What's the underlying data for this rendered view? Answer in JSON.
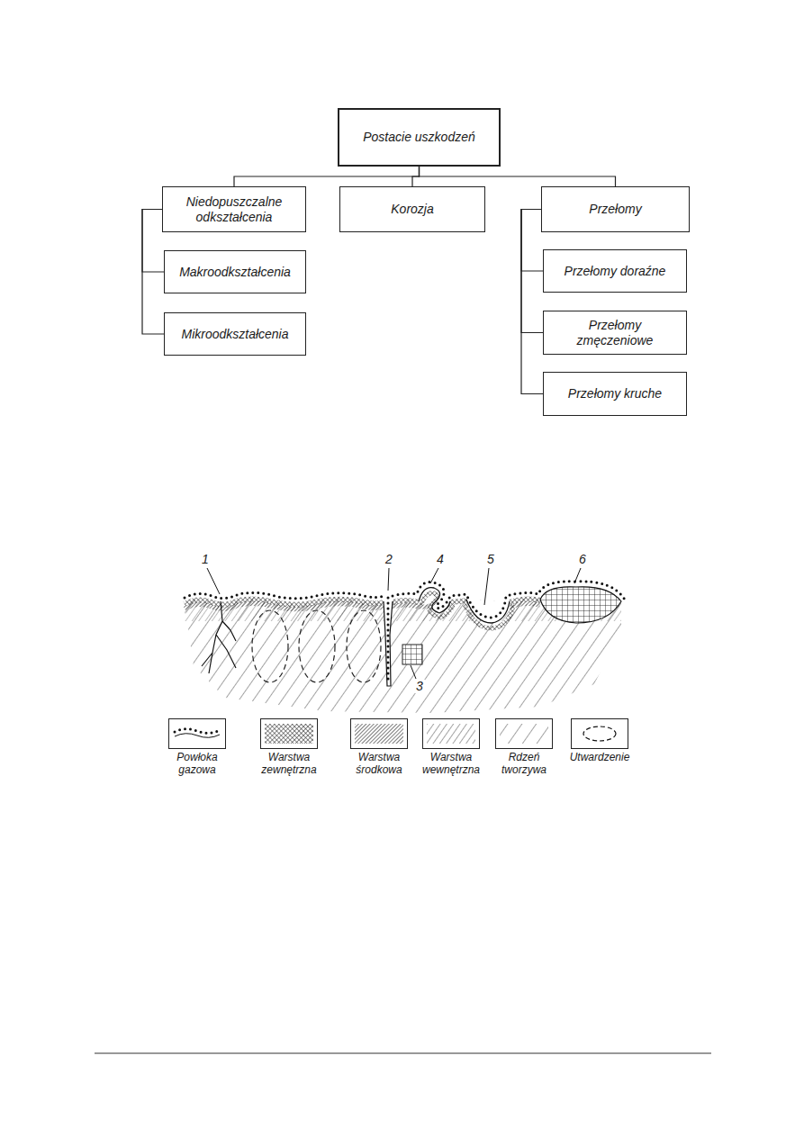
{
  "diagram": {
    "nodes": [
      {
        "text": [
          "Postacie uszkodzeń"
        ]
      },
      {
        "text": [
          "Niedopuszczalne odkształcenia"
        ]
      },
      {
        "text": [
          "Korozja"
        ]
      },
      {
        "text": [
          "Przełomy"
        ]
      },
      {
        "text": [
          "Makroodkształcenia"
        ]
      },
      {
        "text": [
          "Mikroodkształcenia"
        ]
      },
      {
        "text": [
          "Przełomy doraźne"
        ]
      },
      {
        "text": [
          "Przełomy zmęczeniowe"
        ]
      },
      {
        "text": [
          "Przełomy kruche"
        ]
      }
    ],
    "edges": [
      {
        "from": 0,
        "to": 1,
        "arrow": "none"
      },
      {
        "from": 0,
        "to": 2,
        "arrow": "none"
      },
      {
        "from": 0,
        "to": 3,
        "arrow": "none"
      },
      {
        "from": 1,
        "to": 4,
        "arrow": "none"
      },
      {
        "from": 1,
        "to": 5,
        "arrow": "none"
      },
      {
        "from": 3,
        "to": 6,
        "arrow": "none"
      },
      {
        "from": 3,
        "to": 7,
        "arrow": "none"
      },
      {
        "from": 3,
        "to": 8,
        "arrow": "none"
      }
    ],
    "labels": [
      "1",
      "2",
      "3",
      "4",
      "5",
      "6"
    ],
    "legend": [
      {
        "text": "Powłoka gazowa"
      },
      {
        "text": "Warstwa zewnętrzna"
      },
      {
        "text": "Warstwa środkowa"
      },
      {
        "text": "Warstwa wewnętrzna"
      },
      {
        "text": "Rdzeń tworzywa"
      },
      {
        "text": "Utwardzenie"
      }
    ]
  }
}
